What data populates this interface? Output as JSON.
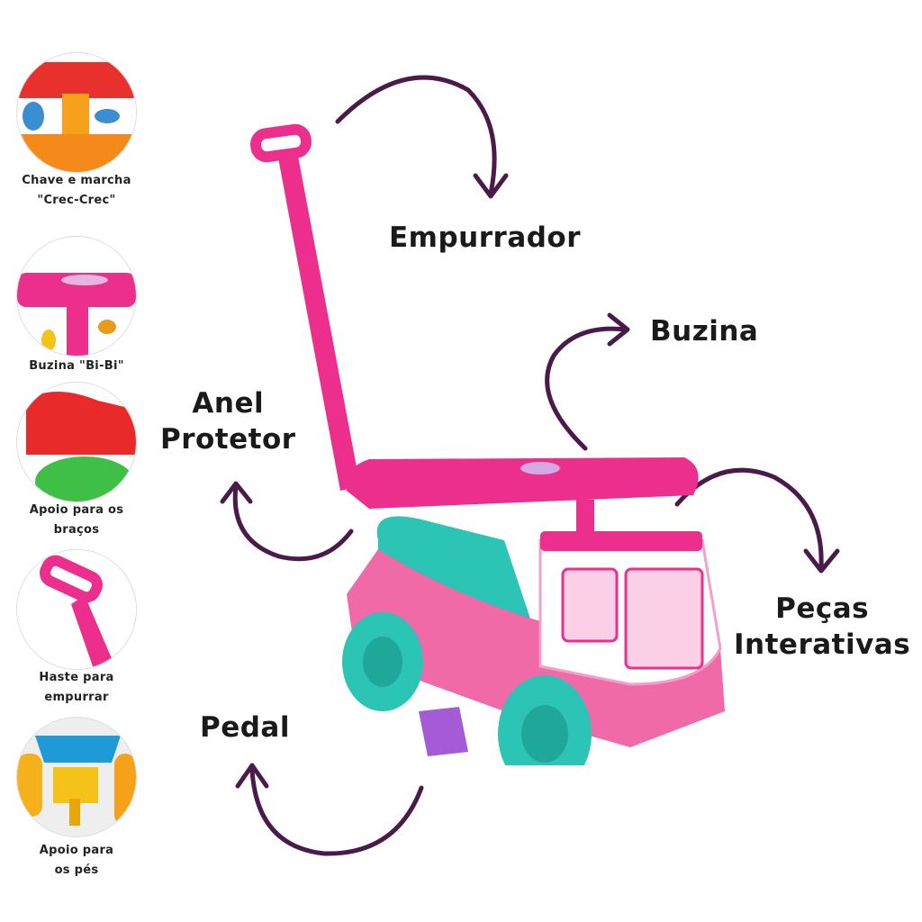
{
  "features": [
    {
      "caption": [
        "Chave e marcha",
        "\"Crec-Crec\""
      ]
    },
    {
      "caption": [
        "Buzina \"Bi-Bi\""
      ]
    },
    {
      "caption": [
        "Apoio para os",
        "braços"
      ]
    },
    {
      "caption": [
        "Haste para",
        "empurrar"
      ]
    },
    {
      "caption": [
        "Apoio para",
        "os pés"
      ]
    }
  ],
  "callouts": {
    "empurrador": "Empurrador",
    "buzina": "Buzina",
    "anel": [
      "Anel",
      "Protetor"
    ],
    "pecas": [
      "Peças",
      "Interativas"
    ],
    "pedal": "Pedal"
  },
  "colors": {
    "pink": "#ec2f8c",
    "teal": "#2cc4b4",
    "arrow": "#4a1a4a",
    "purple": "#a55ad6"
  }
}
